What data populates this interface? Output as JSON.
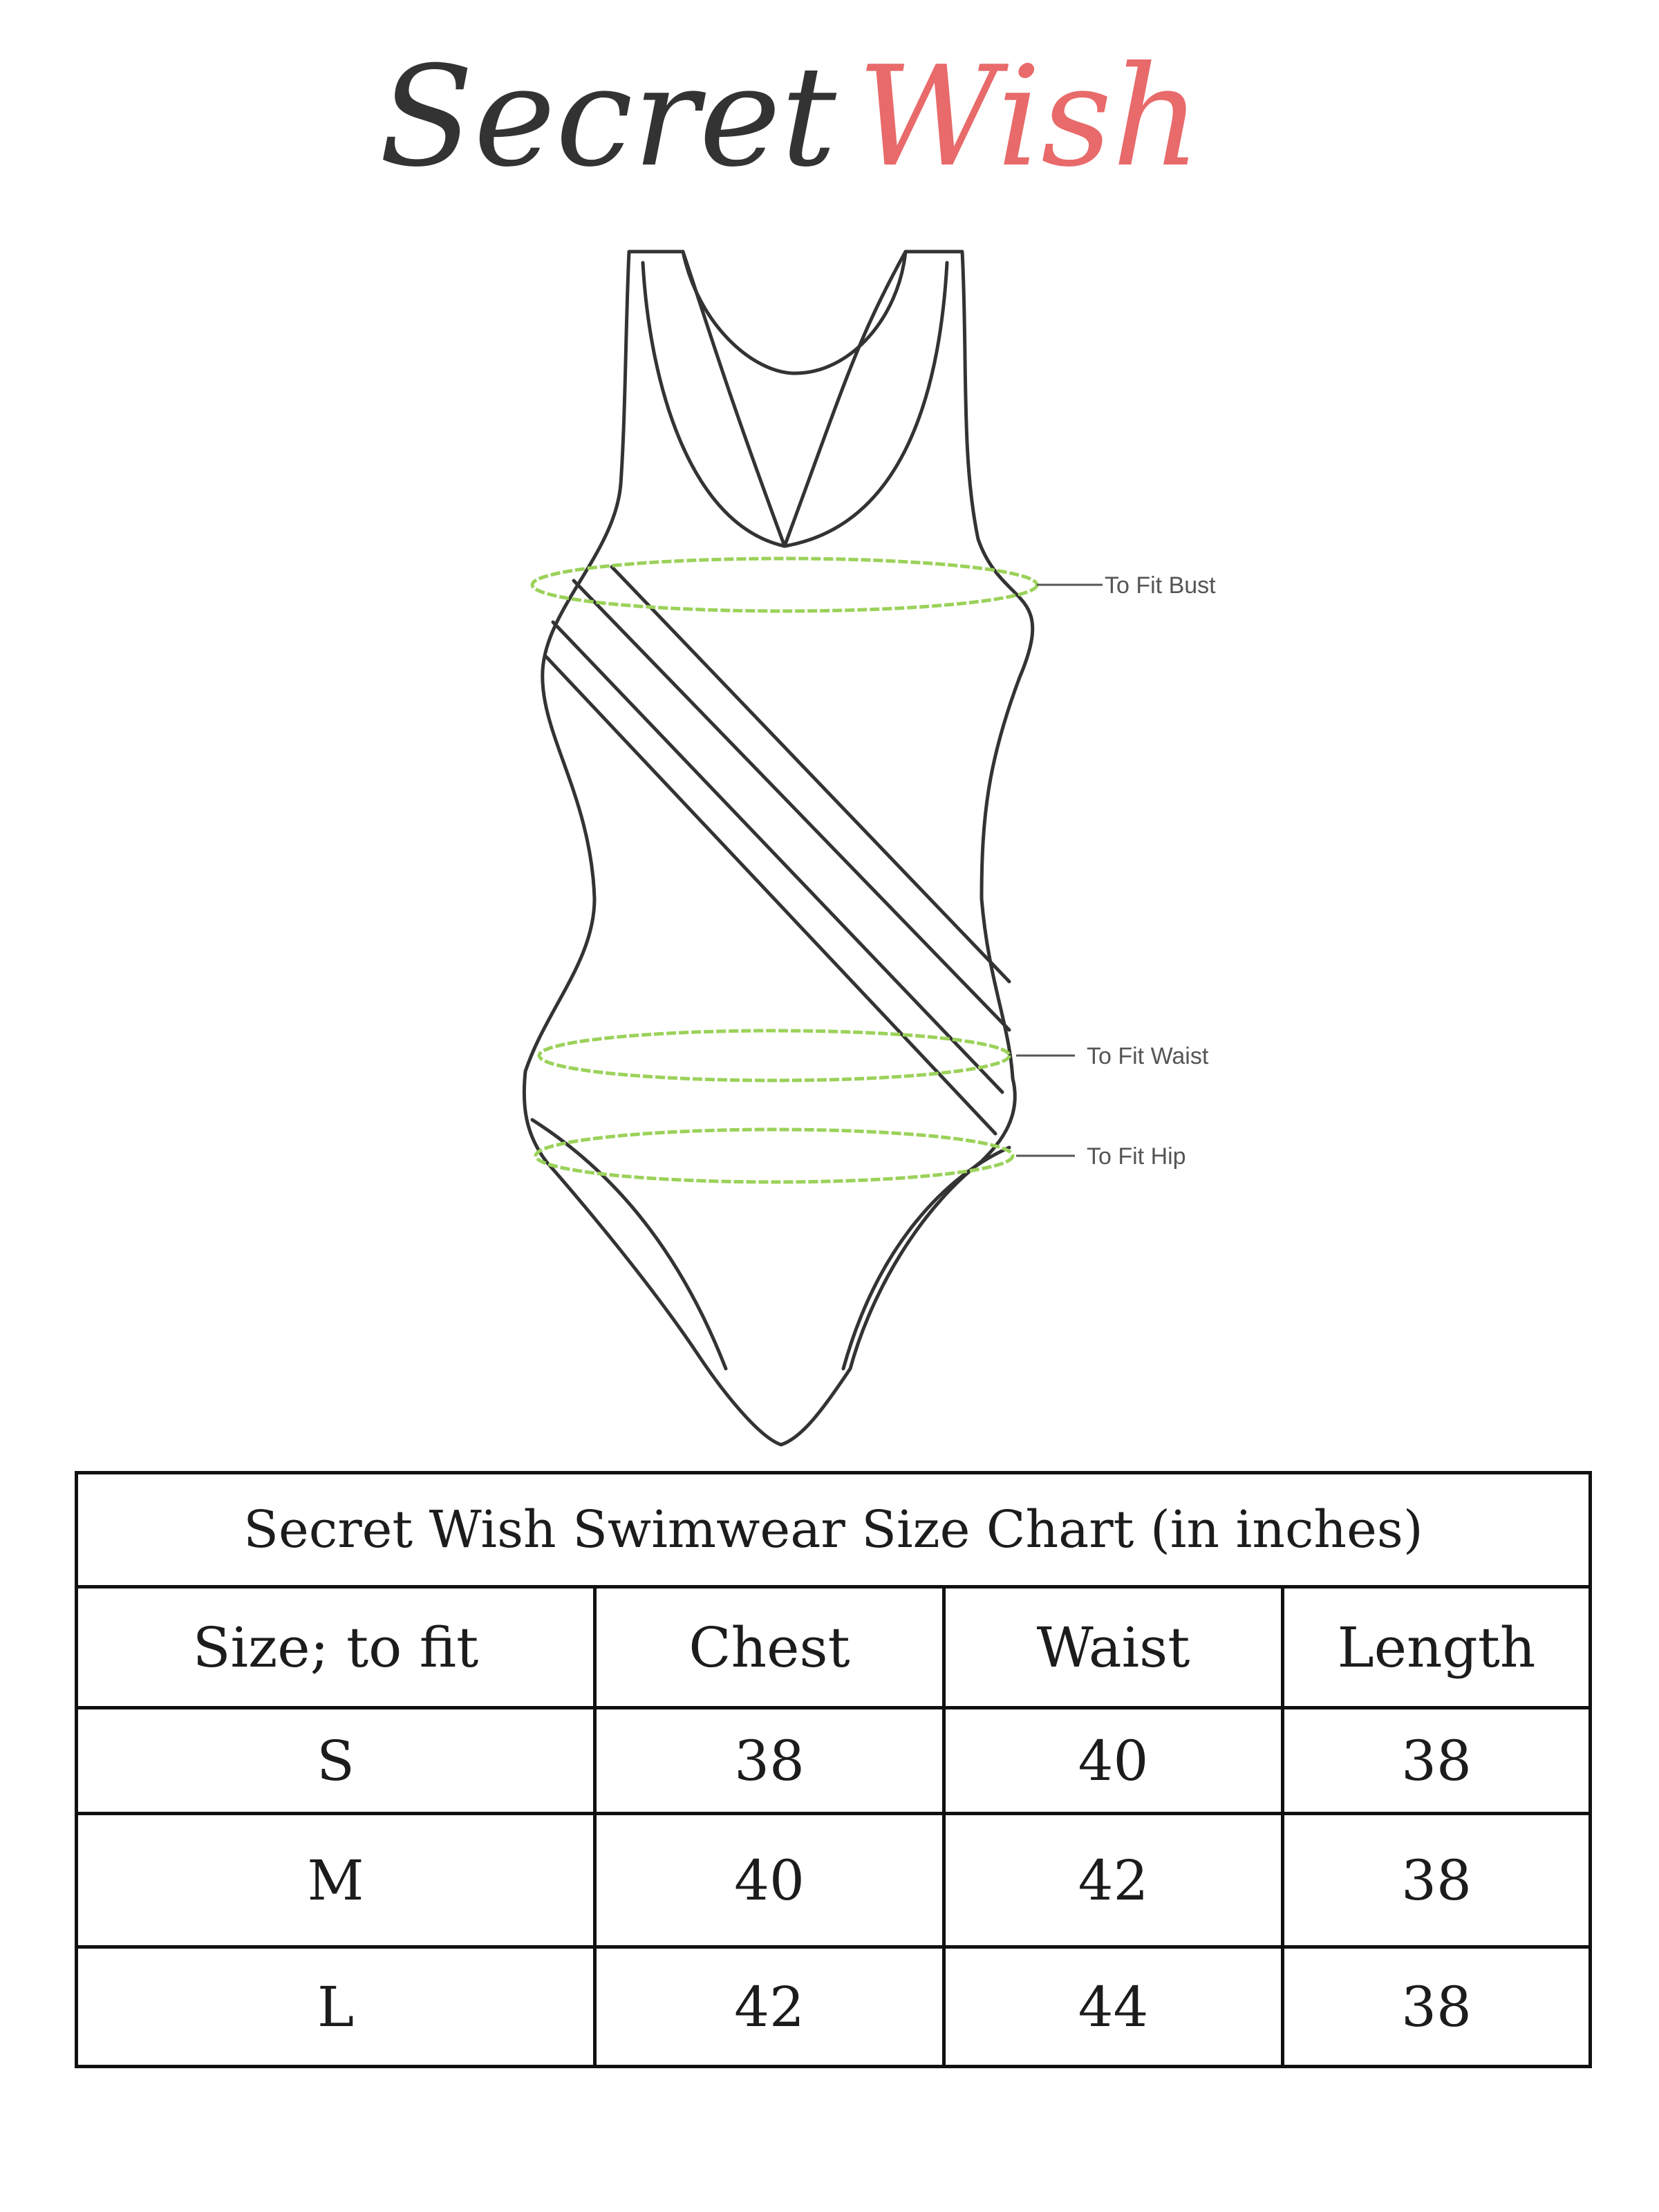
{
  "brand": {
    "word1": "Secret",
    "word2": "Wish",
    "word1_color": "#333333",
    "word2_color": "#e86a6a"
  },
  "diagram": {
    "measure_color": "#9bd25a",
    "outline_color": "#333333",
    "labels": {
      "bust": "To Fit Bust",
      "waist": "To Fit Waist",
      "hip": "To Fit Hip"
    }
  },
  "table": {
    "title": "Secret Wish Swimwear Size Chart (in inches)",
    "headers": [
      "Size; to fit",
      "Chest",
      "Waist",
      "Length"
    ],
    "rows": [
      [
        "S",
        "38",
        "40",
        "38"
      ],
      [
        "M",
        "40",
        "42",
        "38"
      ],
      [
        "L",
        "42",
        "44",
        "38"
      ]
    ]
  }
}
